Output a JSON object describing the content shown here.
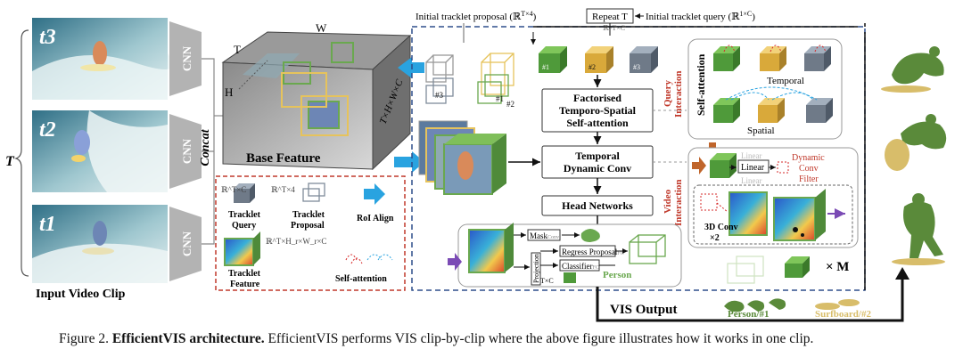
{
  "frames": [
    {
      "label": "t3"
    },
    {
      "label": "t2"
    },
    {
      "label": "t1"
    }
  ],
  "time_axis_label": "T",
  "cnn_label": "CNN",
  "concat_label": "Concat",
  "input_label": "Input Video Clip",
  "base_feature": {
    "label": "Base Feature",
    "dim_w": "W",
    "dim_t": "T",
    "dim_h": "H",
    "side_label": "T×H×W×C"
  },
  "top": {
    "initial_proposal": "Initial tracklet proposal (ℝ",
    "initial_proposal_sup": "T×4",
    "initial_proposal_end": ")",
    "repeat": "Repeat T",
    "initial_query": "Initial tracklet query (ℝ",
    "initial_query_sup": "1×C",
    "initial_query_end": ")",
    "repeat_sub": "ℝ^T×C"
  },
  "proposal_ids": [
    "#1",
    "#2",
    "#3"
  ],
  "query_ids": [
    "#1",
    "#2",
    "#3"
  ],
  "legend": {
    "query_dim": "ℝ^T×C",
    "query_label1": "Tracklet",
    "query_label2": "Query",
    "proposal_dim": "ℝ^T×4",
    "proposal_label1": "Tracklet",
    "proposal_label2": "Proposal",
    "roi_label": "RoI Align",
    "feature_dim": "ℝ^T×H_r×W_r×C",
    "feature_label1": "Tracklet",
    "feature_label2": "Feature",
    "self_attn_label": "Self-attention"
  },
  "pipeline": {
    "box1": [
      "Factorised",
      "Temporo-Spatial",
      "Self-attention"
    ],
    "box2": [
      "Temporal",
      "Dynamic Conv"
    ],
    "box3": "Head Networks"
  },
  "query_interaction": {
    "side_label1": "Query",
    "side_label2": "Interaction",
    "self_attention": "Self-attention",
    "temporal": "Temporal",
    "spatial": "Spatial"
  },
  "video_interaction": {
    "side_label1": "Video",
    "side_label2": "Interaction",
    "linear1": "Linear",
    "linear2": "Linear",
    "linear3": "Linear",
    "dynamic_filter": [
      "Dynamic",
      "Conv",
      "Filter"
    ],
    "conv3d": "3D Conv",
    "conv3d_times": "×2"
  },
  "head": {
    "mask": "Mask",
    "mask_sub": "Conv",
    "regress": "Regress Proposal",
    "regress_sub": "FC",
    "classifier": "Classifier",
    "classifier_sub": "FC",
    "projection": "Projection",
    "projection_sub": "FC",
    "txc": "T×C",
    "person": "Person"
  },
  "times_m": "× M",
  "output": {
    "label": "VIS Output",
    "person": "Person/#1",
    "surfboard": "Surfboard/#2"
  },
  "colors": {
    "green": "#6aa84f",
    "yellow": "#e6c35c",
    "gray": "#7f8c9a",
    "dashed_blue": "#2e4f8c",
    "dashed_red": "#c0392b",
    "arrow_blue": "#29a3e0",
    "silhouette_green": "#5a8a3a",
    "silhouette_tan": "#d8bd6a"
  },
  "caption": {
    "prefix": "Figure 2. ",
    "bold": "EfficientVIS architecture.",
    "rest": " EfficientVIS performs VIS clip-by-clip where the above figure illustrates how it works in one clip."
  }
}
